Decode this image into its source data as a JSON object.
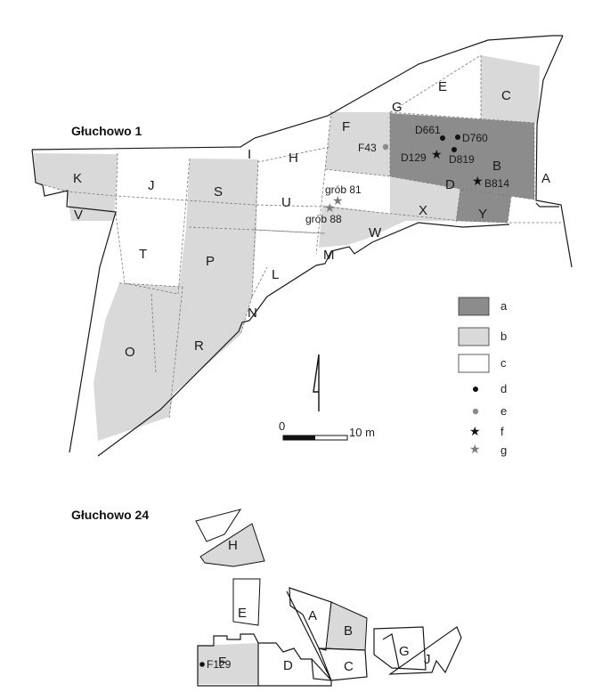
{
  "map1": {
    "title": "Głuchowo 1",
    "sectors": {
      "K": "K",
      "V": "V",
      "J": "J",
      "S": "S",
      "T": "T",
      "P": "P",
      "O": "O",
      "R": "R",
      "U": "U",
      "L": "L",
      "N": "N",
      "M": "M",
      "H": "H",
      "I": "I",
      "F": "F",
      "G": "G",
      "E": "E",
      "C": "C",
      "D": "D",
      "B": "B",
      "A": "A",
      "X": "X",
      "Y": "Y",
      "W": "W"
    },
    "finds": {
      "D661": "D661",
      "D760": "D760",
      "D129": "D129",
      "D819": "D819",
      "B814": "B814",
      "F43": "F43",
      "grob81": "grób 81",
      "grob88": "grób 88"
    }
  },
  "legend": {
    "a": "a",
    "b": "b",
    "c": "c",
    "d": "d",
    "e": "e",
    "f": "f",
    "g": "g"
  },
  "scale": {
    "zero": "0",
    "ten": "10 m"
  },
  "map2": {
    "title": "Głuchowo 24",
    "sectors": {
      "H": "H",
      "E": "E",
      "A": "A",
      "B": "B",
      "C": "C",
      "D": "D",
      "F": "F",
      "G": "G",
      "J": "J"
    },
    "finds": {
      "F129": "F129"
    }
  },
  "colors": {
    "dark": "#8c8c8c",
    "light": "#d9d9d9",
    "white": "#ffffff",
    "grayDot": "#8a8a8a"
  }
}
